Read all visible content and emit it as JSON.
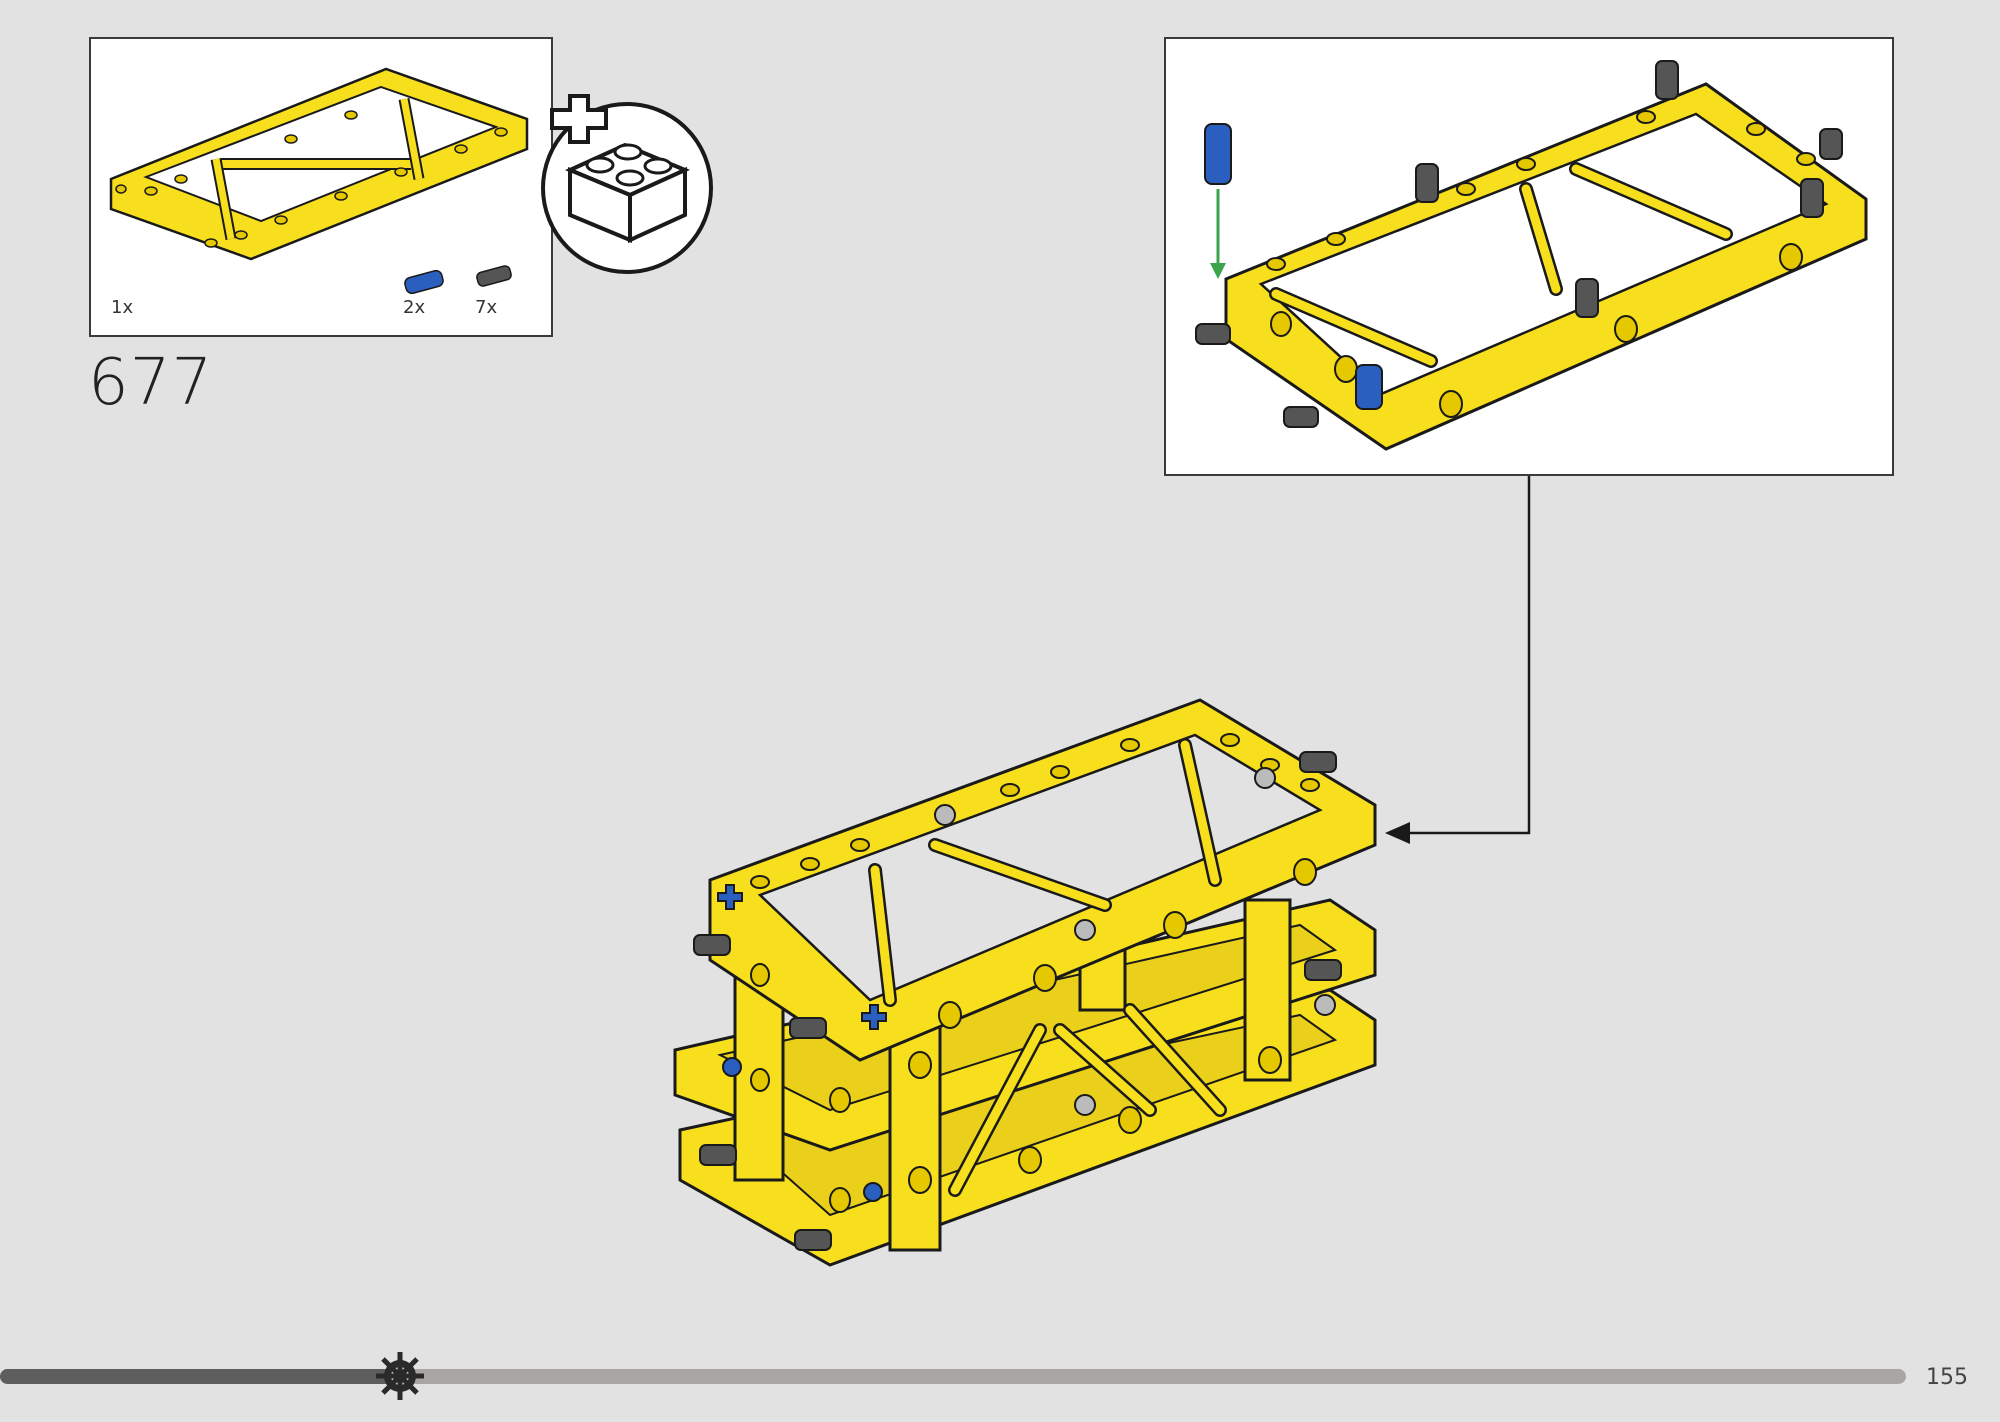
{
  "step": {
    "number": "677"
  },
  "parts_list": {
    "items": [
      {
        "name": "yellow-frame",
        "qty": "1x",
        "color": "#f7df1e"
      },
      {
        "name": "blue-pin",
        "qty": "2x",
        "color": "#2a5fc0"
      },
      {
        "name": "black-friction-pin",
        "qty": "7x",
        "color": "#4a4a4a"
      }
    ]
  },
  "subassembly_indicator": {
    "icon": "add-brick-icon"
  },
  "page": {
    "number": "155"
  },
  "progress": {
    "value": 0.21,
    "marker_icon": "gear-icon"
  },
  "colors": {
    "frame_yellow": "#f7df1e",
    "outline": "#1a1a1a",
    "blue": "#2a5fc0",
    "arrow_green": "#3aa54a",
    "background": "#e2e2e2"
  }
}
